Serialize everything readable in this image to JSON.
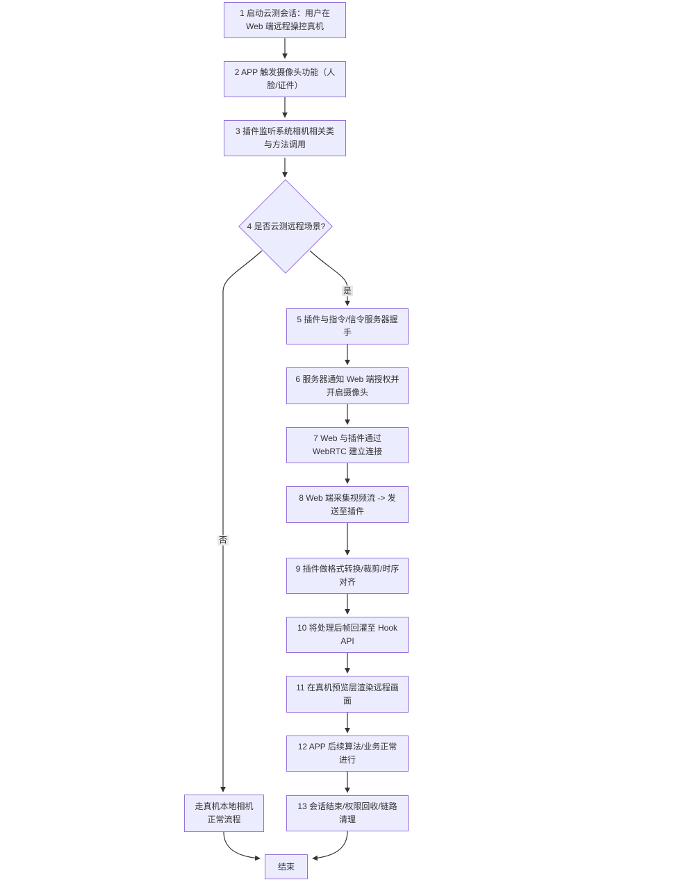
{
  "diagram": {
    "type": "flowchart",
    "direction": "top-down",
    "nodes": {
      "n1": {
        "label": "1 启动云测会话：用户在 Web 端远程操控真机",
        "shape": "rect"
      },
      "n2": {
        "label": "2 APP 触发摄像头功能（人脸/证件）",
        "shape": "rect"
      },
      "n3": {
        "label": "3 插件监听系统相机相关类与方法调用",
        "shape": "rect"
      },
      "n4": {
        "label": "4 是否云测远程场景?",
        "shape": "diamond"
      },
      "n5": {
        "label": "5 插件与指令/信令服务器握手",
        "shape": "rect"
      },
      "n6": {
        "label": "6 服务器通知 Web 端授权并开启摄像头",
        "shape": "rect"
      },
      "n7": {
        "label": "7 Web 与插件通过 WebRTC 建立连接",
        "shape": "rect"
      },
      "n8": {
        "label": "8 Web 端采集视频流 -> 发送至插件",
        "shape": "rect"
      },
      "n9": {
        "label": "9 插件做格式转换/裁剪/时序对齐",
        "shape": "rect"
      },
      "n10": {
        "label": "10 将处理后帧回灌至 Hook API",
        "shape": "rect"
      },
      "n11": {
        "label": "11 在真机预览层渲染远程画面",
        "shape": "rect"
      },
      "n12": {
        "label": "12 APP 后续算法/业务正常进行",
        "shape": "rect"
      },
      "n13": {
        "label": "13 会话结束/权限回收/链路清理",
        "shape": "rect"
      },
      "local": {
        "label": "走真机本地相机正常流程",
        "shape": "rect"
      },
      "end": {
        "label": "结束",
        "shape": "rect"
      }
    },
    "edge_labels": {
      "yes": "是",
      "no": "否"
    },
    "edges": [
      {
        "from": "n1",
        "to": "n2"
      },
      {
        "from": "n2",
        "to": "n3"
      },
      {
        "from": "n3",
        "to": "n4"
      },
      {
        "from": "n4",
        "to": "n5",
        "label": "是"
      },
      {
        "from": "n4",
        "to": "local",
        "label": "否"
      },
      {
        "from": "n5",
        "to": "n6"
      },
      {
        "from": "n6",
        "to": "n7"
      },
      {
        "from": "n7",
        "to": "n8"
      },
      {
        "from": "n8",
        "to": "n9"
      },
      {
        "from": "n9",
        "to": "n10"
      },
      {
        "from": "n10",
        "to": "n11"
      },
      {
        "from": "n11",
        "to": "n12"
      },
      {
        "from": "n12",
        "to": "n13"
      },
      {
        "from": "n13",
        "to": "end"
      },
      {
        "from": "local",
        "to": "end"
      }
    ],
    "colors": {
      "node_fill": "#ECECFF",
      "node_border": "#9370DB",
      "edge": "#333333",
      "text": "#333333",
      "label_bg": "#e8e8e8",
      "bg": "#ffffff"
    }
  }
}
